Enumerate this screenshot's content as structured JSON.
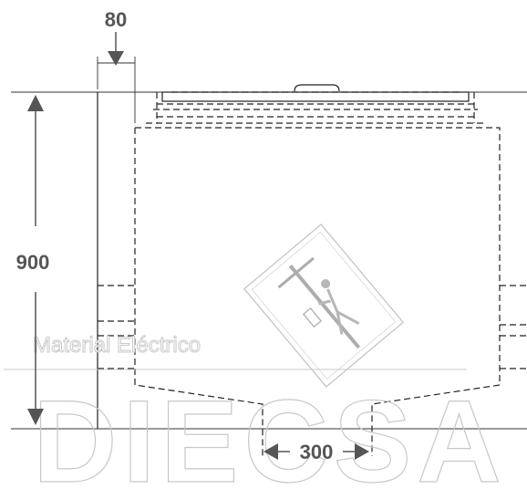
{
  "dimensions": {
    "width_top": "80",
    "height": "900",
    "bottom_opening": "300"
  },
  "watermark": {
    "subtitle": "Material Eléctrico",
    "brand": "DIECSA"
  },
  "logo": {
    "icon": "lineman-on-pole-logo"
  },
  "colors": {
    "lines": "#222222",
    "dimension": "#555555",
    "watermark_outline": "#c8c8c8"
  }
}
